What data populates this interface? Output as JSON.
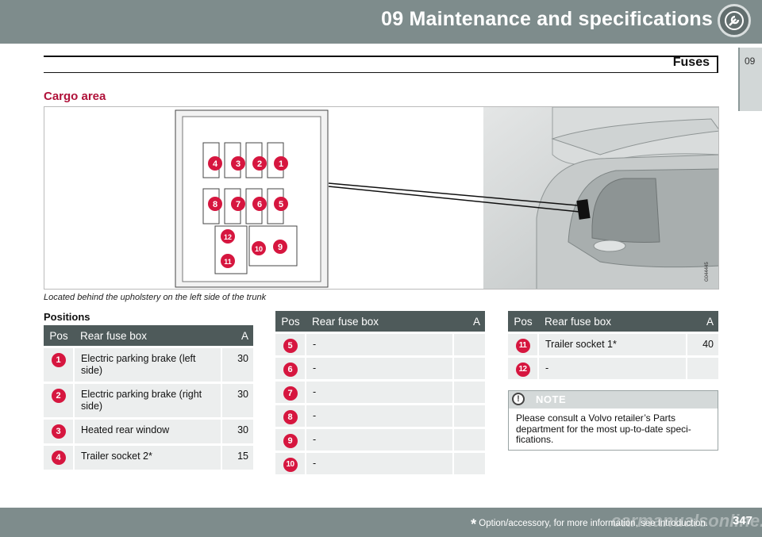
{
  "header": {
    "chapter_title": "09 Maintenance and specifications",
    "side_tab": "09"
  },
  "section": {
    "title": "Fuses",
    "subheading": "Cargo area"
  },
  "figure": {
    "image_code": "G044445",
    "fuse_numbers": [
      "1",
      "2",
      "3",
      "4",
      "5",
      "6",
      "7",
      "8",
      "9",
      "10",
      "11",
      "12"
    ],
    "caption": "Located behind the upholstery on the left side of the trunk"
  },
  "positions_heading": "Positions",
  "table_headers": {
    "pos": "Pos",
    "box": "Rear fuse box",
    "amp": "A"
  },
  "table1": [
    {
      "pos": "1",
      "desc": "Electric parking brake (left side)",
      "amp": "30"
    },
    {
      "pos": "2",
      "desc": "Electric parking brake (right side)",
      "amp": "30"
    },
    {
      "pos": "3",
      "desc": "Heated rear window",
      "amp": "30"
    },
    {
      "pos": "4",
      "desc": "Trailer socket 2*",
      "amp": "15"
    }
  ],
  "table2": [
    {
      "pos": "5",
      "desc": "-",
      "amp": ""
    },
    {
      "pos": "6",
      "desc": "-",
      "amp": ""
    },
    {
      "pos": "7",
      "desc": "-",
      "amp": ""
    },
    {
      "pos": "8",
      "desc": "-",
      "amp": ""
    },
    {
      "pos": "9",
      "desc": "-",
      "amp": ""
    },
    {
      "pos": "10",
      "desc": "-",
      "amp": ""
    }
  ],
  "table3": [
    {
      "pos": "11",
      "desc": "Trailer socket 1*",
      "amp": "40"
    },
    {
      "pos": "12",
      "desc": "-",
      "amp": ""
    }
  ],
  "note": {
    "label": "NOTE",
    "text": "Please consult a Volvo retailer’s Parts department for the most up-to-date speci-fications."
  },
  "footer": {
    "asterisk": "*",
    "note": "Option/accessory, for more information, see Introduction.",
    "page_number": "347",
    "watermark": "carmanualsonline.info"
  },
  "colors": {
    "header_bar": "#7e8c8c",
    "table_header": "#4e5a5a",
    "accent_red": "#d6163f",
    "subheading": "#b0123a"
  }
}
